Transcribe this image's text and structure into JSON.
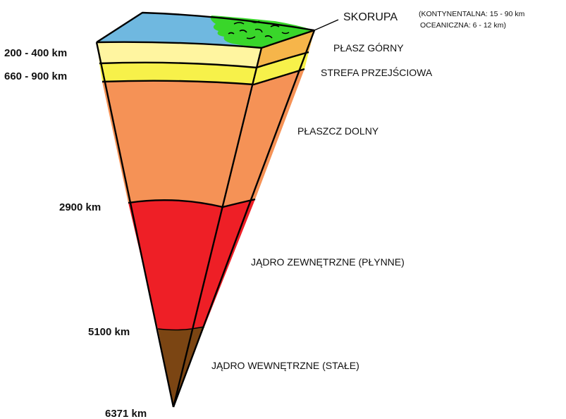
{
  "depths": {
    "upper_mantle_base": "200 - 400 km",
    "transition_base": "660 - 900 km",
    "lower_mantle_base": "2900 km",
    "outer_core_base": "5100 km",
    "center": "6371 km"
  },
  "layers": {
    "crust": "SKORUPA",
    "crust_continental": "(KONTYNENTALNA: 15 - 90 km",
    "crust_oceanic": "OCEANICZNA: 6 - 12 km)",
    "upper_mantle": "PŁASZ GÓRNY",
    "transition_zone": "STREFA PRZEJŚCIOWA",
    "lower_mantle": "PŁASZCZ DOLNY",
    "outer_core": "JĄDRO ZEWNĘTRZNE (PŁYNNE)",
    "inner_core": "JĄDRO WEWNĘTRZNE (STAŁE)"
  },
  "colors": {
    "ocean": "#6fb8e0",
    "land": "#39d62a",
    "crust_band": "#fffaa0",
    "upper_mantle": "#fff5a0",
    "upper_mantle_side": "#f6b54a",
    "transition": "#f7f14a",
    "lower_mantle": "#f59256",
    "outer_core": "#ee1f26",
    "inner_core": "#7b4513"
  }
}
